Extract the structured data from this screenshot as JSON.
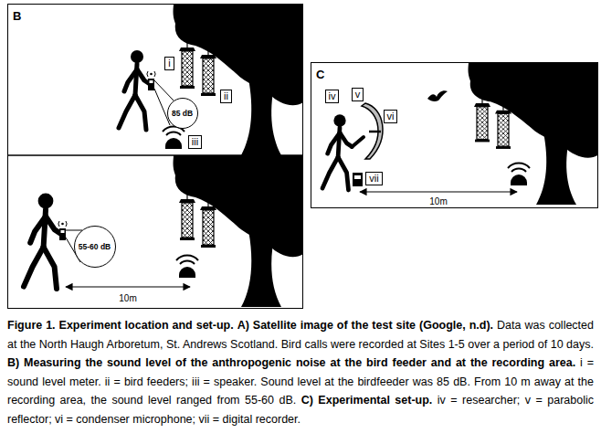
{
  "diagram": {
    "caption": "Figure 1. Experiment location and set-up.",
    "nodes": [
      {
        "text": [
          "B"
        ]
      },
      {
        "text": [
          "i"
        ],
        "in": 0
      },
      {
        "text": [
          "ii"
        ],
        "in": 0
      },
      {
        "text": [
          "85 dB"
        ],
        "in": 0
      },
      {
        "text": [
          "iii"
        ],
        "in": 0
      },
      {
        "text": [
          "55-60 dB"
        ],
        "in": 0
      },
      {
        "text": [
          "C"
        ]
      },
      {
        "text": [
          "iv"
        ],
        "in": 6
      },
      {
        "text": [
          "v"
        ],
        "in": 6
      },
      {
        "text": [
          "vi"
        ],
        "in": 6
      },
      {
        "text": [
          "vii"
        ],
        "in": 6
      }
    ],
    "labels": [
      "10m",
      "10m",
      "A) Satellite image of the test site (Google, n.d).",
      "Data was collected at the North Haugh Arboretum, St. Andrews Scotland. Bird calls were recorded at Sites 1-5 over a period of 10 days.",
      "B) Measuring the sound level of the anthropogenic noise at the bird feeder and at the recording area.",
      "i = sound level meter. ii = bird feeders; iii = speaker. Sound level at the birdfeeder was 85 dB. From 10 m away at the recording area, the sound level ranged from 55-60 dB.",
      "C) Experimental set-up.",
      "iv = researcher; v = parabolic reflector; vi = condenser microphone; vii = digital recorder."
    ]
  }
}
